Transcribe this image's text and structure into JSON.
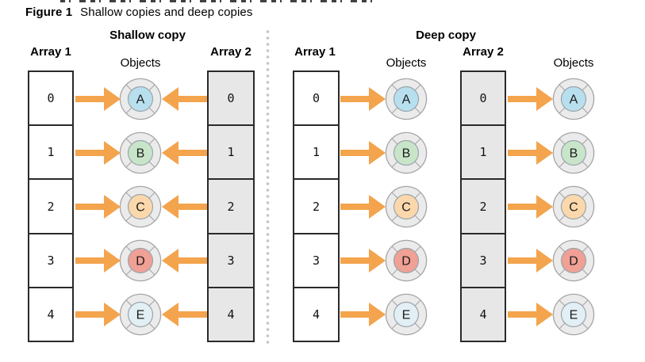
{
  "figure": {
    "label": "Figure 1",
    "title": "Shallow copies and deep copies"
  },
  "panels": [
    {
      "id": "shallow",
      "header": "Shallow copy",
      "array1_label": "Array 1",
      "objects_label": "Objects",
      "array2_label": "Array 2",
      "array1_arrows": "point-right-to-shared-objects",
      "array2_arrows": "point-left-to-shared-objects"
    },
    {
      "id": "deep",
      "header": "Deep copy",
      "array1_label": "Array 1",
      "objects1_label": "Objects",
      "array2_label": "Array 2",
      "objects2_label": "Objects",
      "array1_arrows": "point-right-to-own-objects",
      "array2_arrows": "point-right-to-own-objects"
    }
  ],
  "indices": [
    "0",
    "1",
    "2",
    "3",
    "4"
  ],
  "objects": [
    {
      "letter": "A",
      "fill": "#B8DFEE"
    },
    {
      "letter": "B",
      "fill": "#C9E5C9"
    },
    {
      "letter": "C",
      "fill": "#FBD8AB"
    },
    {
      "letter": "D",
      "fill": "#F0A095"
    },
    {
      "letter": "E",
      "fill": "#E2EFF4"
    }
  ],
  "colors": {
    "arrow": "#F3A44D",
    "array1_cell_fill": "#FFFFFF",
    "array2_cell_fill": "#E7E7E7",
    "cell_border": "#2A2A2A",
    "object_outer_fill": "#EBEBEB",
    "object_outer_stroke": "#A5A5A5",
    "object_spoke_stroke": "#ABABAB",
    "object_inner_stroke": "#9AA5AB",
    "object_letter_color": "#1C1C1C",
    "divider_dot": "#C7C7C7"
  }
}
